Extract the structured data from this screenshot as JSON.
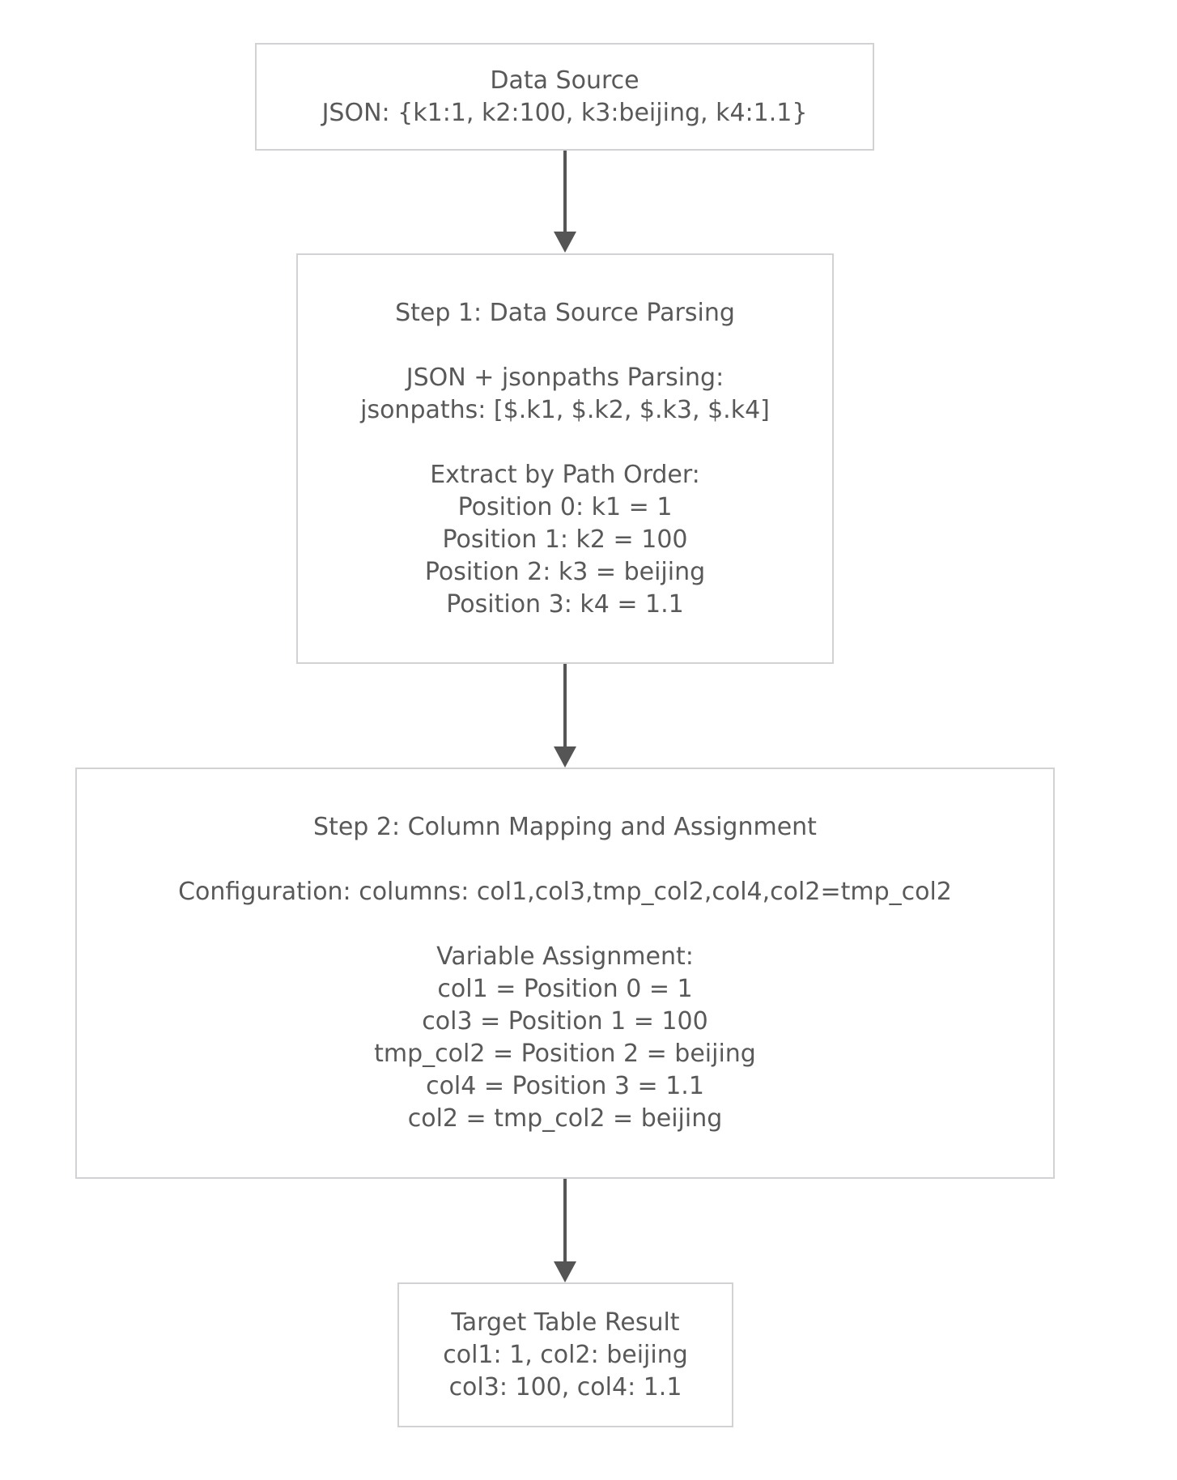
{
  "diagram": {
    "type": "flowchart",
    "direction": "top-down",
    "colors": {
      "background": "#ffffff",
      "node_fill": "#ffffff",
      "node_border": "#d2d2d4",
      "text": "#595959",
      "arrow": "#555555"
    },
    "nodes": [
      {
        "id": "data-source",
        "lines": [
          "Data Source",
          "JSON: {k1:1, k2:100, k3:beijing, k4:1.1}"
        ]
      },
      {
        "id": "step1",
        "lines": [
          "Step 1: Data Source Parsing",
          "",
          "JSON + jsonpaths Parsing:",
          "jsonpaths: [$.k1, $.k2, $.k3, $.k4]",
          "",
          "Extract by Path Order:",
          "Position 0: k1 = 1",
          "Position 1: k2 = 100",
          "Position 2: k3 = beijing",
          "Position 3: k4 = 1.1"
        ]
      },
      {
        "id": "step2",
        "lines": [
          "Step 2: Column Mapping and Assignment",
          "",
          "Configuration: columns: col1,col3,tmp_col2,col4,col2=tmp_col2",
          "",
          "Variable Assignment:",
          "col1 = Position 0 = 1",
          "col3 = Position 1 = 100",
          "tmp_col2 = Position 2 = beijing",
          "col4 = Position 3 = 1.1",
          "col2 = tmp_col2 = beijing"
        ]
      },
      {
        "id": "target",
        "lines": [
          "Target Table Result",
          "col1: 1, col2: beijing",
          "col3: 100, col4: 1.1"
        ]
      }
    ],
    "edges": [
      {
        "from": "data-source",
        "to": "step1"
      },
      {
        "from": "step1",
        "to": "step2"
      },
      {
        "from": "step2",
        "to": "target"
      }
    ]
  }
}
